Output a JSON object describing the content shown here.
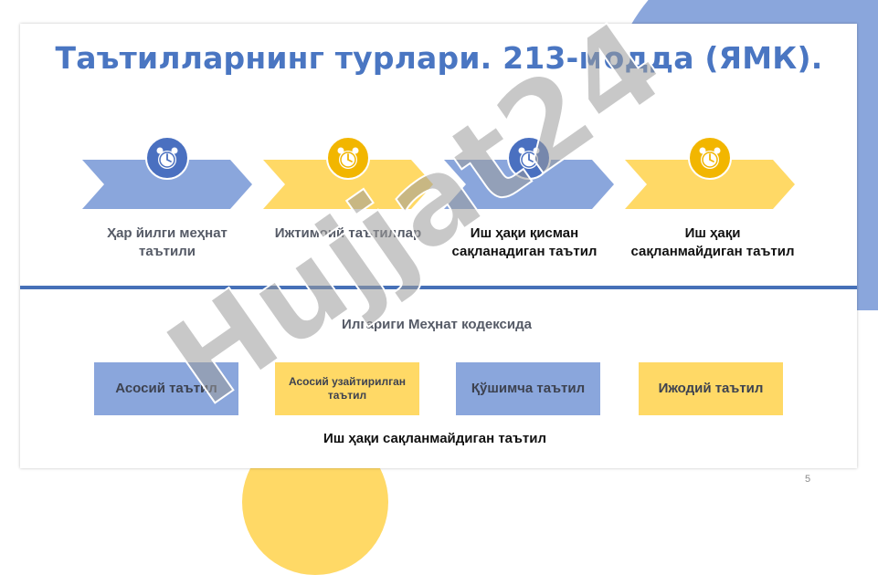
{
  "title": "Таътилларнинг турлари. 213-модда (ЯМК).",
  "steps": [
    {
      "label": "Ҳар йилги меҳнат таътили",
      "color": "blue",
      "icon": "alarm-clock-icon"
    },
    {
      "label": "Ижтимоий таътиллар",
      "color": "yellow",
      "icon": "alarm-clock-icon"
    },
    {
      "label": "Иш ҳақи қисман сақланадиган таътил",
      "color": "blue",
      "icon": "alarm-clock-icon"
    },
    {
      "label": "Иш ҳақи сақланмайдиган таътил",
      "color": "yellow",
      "icon": "alarm-clock-icon"
    }
  ],
  "subheading": "Илгариги Меҳнат кодексида",
  "old_code_boxes": [
    {
      "label": "Асосий таътил",
      "color": "blue"
    },
    {
      "label": "Асосий узайтирилган таътил",
      "color": "yellow"
    },
    {
      "label": "Қўшимча таътил",
      "color": "blue"
    },
    {
      "label": "Ижодий таътил",
      "color": "yellow"
    }
  ],
  "footer_text": "Иш ҳақи сақланмайдиган таътил",
  "page_number": "5",
  "watermark_text": "Hujjat24",
  "colors": {
    "title": "#4a76c2",
    "blue": "#8aa6dc",
    "yellow": "#ffd966",
    "clock_blue": "#4a70c0",
    "clock_yellow": "#f2b600",
    "rule": "#4670b8"
  }
}
